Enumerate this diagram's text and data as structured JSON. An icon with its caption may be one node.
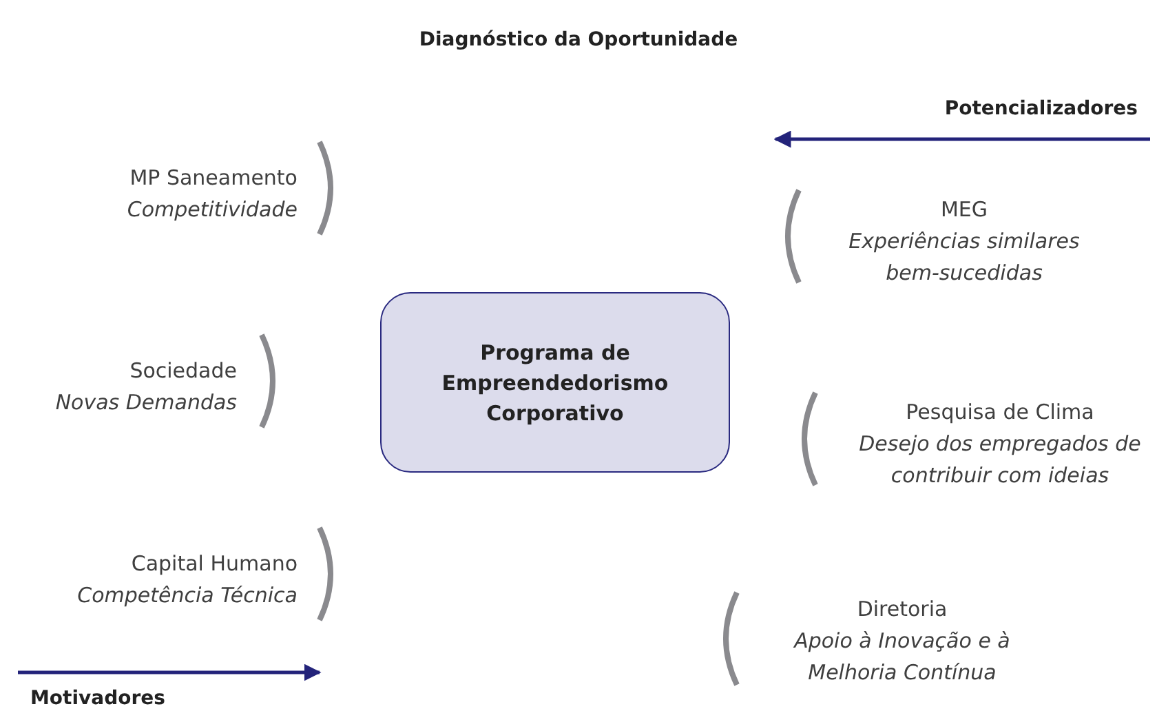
{
  "diagram": {
    "title": "Diagnóstico da Oportunidade",
    "nodes": [
      {
        "text": [
          "Programa de Empreendedorismo Corporativo"
        ]
      }
    ],
    "labels": [
      "Potencializadores",
      "MP Saneamento",
      "Competitividade",
      "MEG",
      "Experiências similares bem-sucedidas",
      "Sociedade",
      "Novas Demandas",
      "Pesquisa de Clima",
      "Desejo dos empregados de contribuir com ideias",
      "Capital Humano",
      "Competência Técnica",
      "Diretoria",
      "Apoio à Inovação e à Melhoria Contínua",
      "Motivadores"
    ]
  }
}
